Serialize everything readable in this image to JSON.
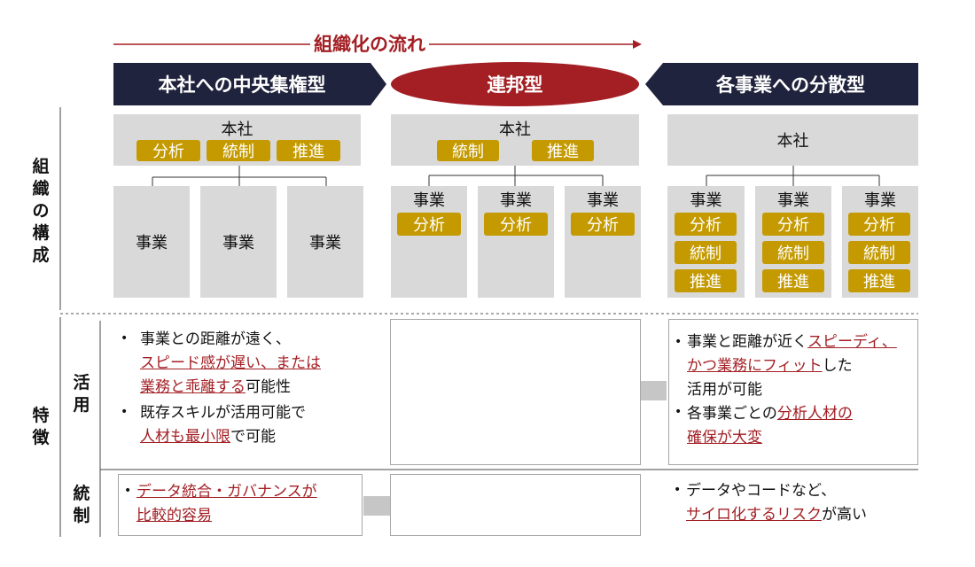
{
  "flow": {
    "title": "組織化の流れ"
  },
  "columns": {
    "central": {
      "header": "本社への中央集権型",
      "hq": "本社",
      "hq_tags": [
        "分析",
        "統制",
        "推進"
      ],
      "biz": "事業"
    },
    "federal": {
      "header": "連邦型",
      "hq": "本社",
      "hq_tags": [
        "統制",
        "推進"
      ],
      "biz": "事業",
      "biz_tag": "分析"
    },
    "distributed": {
      "header": "各事業への分散型",
      "hq": "本社",
      "biz": "事業",
      "biz_tags": [
        "分析",
        "統制",
        "推進"
      ]
    }
  },
  "row_labels": {
    "structure": "組織の構成",
    "features": "特徴",
    "usage": "活用",
    "control": "統制"
  },
  "features": {
    "central_usage": {
      "b1_l1": "事業との距離が遠く、",
      "b1_l2": "スピード感が遅い、または",
      "b1_l3a": "業務と乖離する",
      "b1_l3b": "可能性",
      "b2_l1": "既存スキルが活用可能で",
      "b2_l2a": "人材も最小限",
      "b2_l2b": "で可能"
    },
    "distributed_usage": {
      "b1_l1a": "事業と距離が近く",
      "b1_l1b": "スピーディ、",
      "b1_l2a": "かつ業務にフィット",
      "b1_l2b": "した",
      "b1_l3": "活用が可能",
      "b2_l1a": "各事業ごとの",
      "b2_l1b": "分析人材の",
      "b2_l2": "確保が大変"
    },
    "central_control": {
      "l1": "データ統合・ガバナンスが",
      "l2": "比較的容易"
    },
    "distributed_control": {
      "l1": "データやコードなど、",
      "l2a": "サイロ化するリスク",
      "l2b": "が高い"
    }
  },
  "colors": {
    "navy": "#20233d",
    "red": "#a31f24",
    "gold": "#c49a00",
    "gray": "#d9d9d9",
    "arrow": "#c6c6c6"
  }
}
